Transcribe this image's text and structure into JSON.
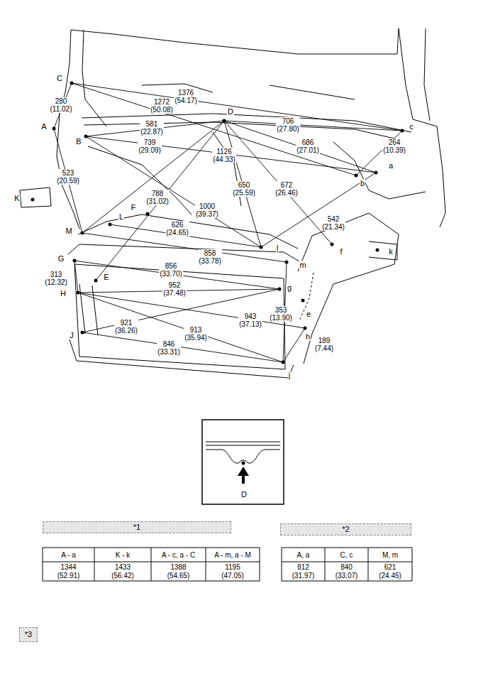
{
  "diagram": {
    "nodes": [
      {
        "text": [
          "*1"
        ]
      },
      {
        "text": [
          "*2"
        ]
      },
      {
        "text": [
          "*3"
        ]
      }
    ],
    "labels": [
      "C",
      "1376 (54.17)",
      "280 (11.02)",
      "1272 (50.08)",
      "D",
      "706 (27.80)",
      "c",
      "A",
      "581 (22.87)",
      "B",
      "686 (27.01)",
      "264 (10.39)",
      "739 (29.09)",
      "1126 (44.33)",
      "a",
      "523 (20.59)",
      "b",
      "650 (25.59)",
      "672 (26.46)",
      "788 (31.02)",
      "K",
      "F",
      "1000 (39.37)",
      "L",
      "542 (21.34)",
      "626 (24.65)",
      "M",
      "I",
      "f",
      "k",
      "858 (33.78)",
      "G",
      "m",
      "856 (33.70)",
      "E",
      "313 (12.32)",
      "g",
      "952 (37.48)",
      "H",
      "353 (13.90)",
      "e",
      "943 (37.13)",
      "921 (36.26)",
      "913 (35.94)",
      "J",
      "h",
      "189 (7.44)",
      "846 (33.31)",
      "j",
      "D",
      "A - a",
      "K - k",
      "A - c, a - C",
      "A - m, a - M",
      "1344 (52.91)",
      "1433 (56.42)",
      "1388 (54.65)",
      "1195 (47.05)",
      "A, a",
      "C, c",
      "M, m",
      "812 (31.97)",
      "840 (33.07)",
      "621 (24.45)"
    ]
  }
}
